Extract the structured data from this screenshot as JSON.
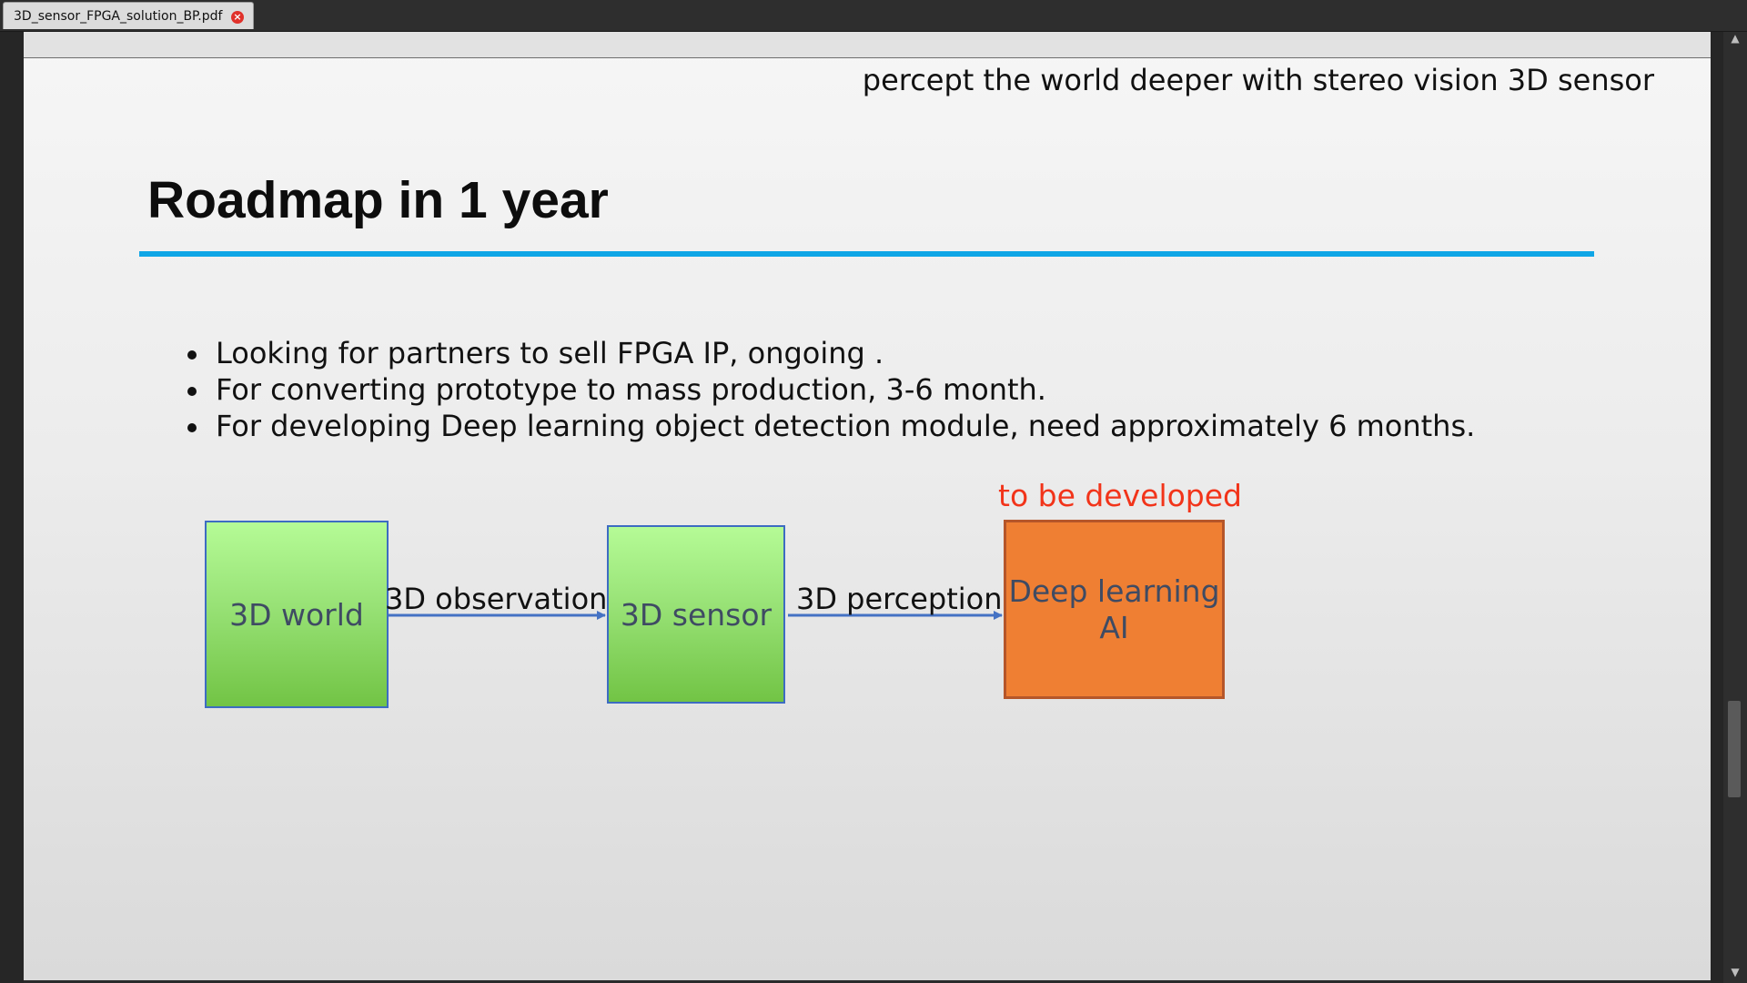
{
  "tab": {
    "title": "3D_sensor_FPGA_solution_BP.pdf",
    "close_glyph": "×"
  },
  "slide": {
    "tagline": "percept the world deeper with stereo vision 3D sensor",
    "title": "Roadmap in 1 year",
    "accent_color": "#0fa6e6",
    "bullets": [
      "Looking for partners to sell FPGA IP, ongoing .",
      "For converting prototype to mass production, 3-6 month.",
      "For developing Deep learning object detection module, need approximately 6 months."
    ],
    "diagram": {
      "nodes": [
        {
          "label": "3D world",
          "color": "#98e276"
        },
        {
          "label": "3D sensor",
          "color": "#98e276"
        },
        {
          "label_line1": "Deep learning",
          "label_line2": "AI",
          "color": "#ef7f33"
        }
      ],
      "edges": [
        {
          "label": "3D observation"
        },
        {
          "label": "3D perception"
        }
      ],
      "note": {
        "text": "to be developed",
        "color": "#f2341a"
      },
      "arrow_color": "#4472c4"
    }
  },
  "scrollbar": {
    "up_icon": "chevron-up-icon",
    "down_icon": "chevron-down-icon"
  }
}
